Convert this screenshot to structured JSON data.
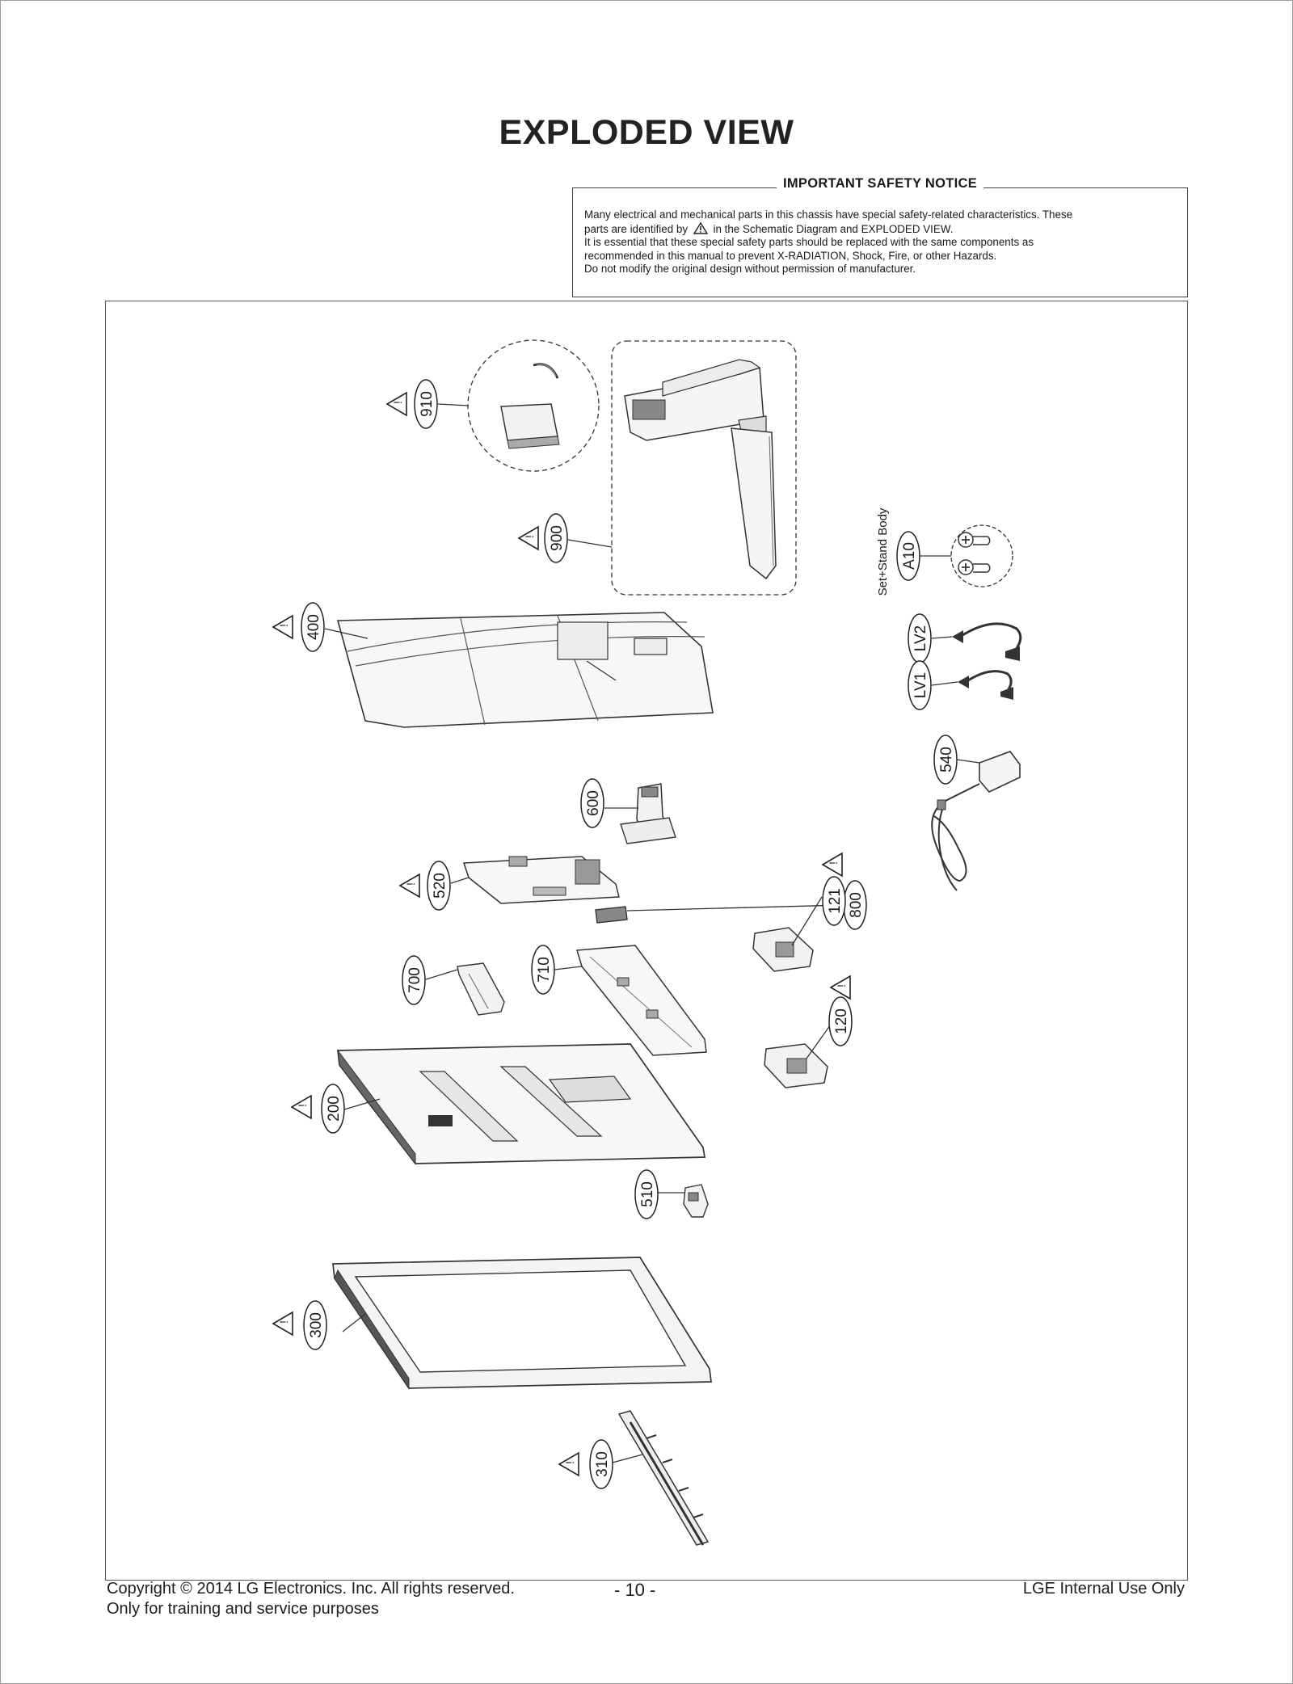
{
  "title": "EXPLODED VIEW",
  "notice": {
    "heading": "IMPORTANT SAFETY NOTICE",
    "line1": "Many electrical and mechanical parts in this chassis have special safety-related characteristics. These",
    "line2a": "parts are identified by",
    "line2b": "in the Schematic Diagram and EXPLODED VIEW.",
    "line3": "It is essential that these special safety parts should be replaced with the same components as",
    "line4": "recommended in this manual to prevent X-RADIATION, Shock, Fire, or other Hazards.",
    "line5": "Do not modify the original design without permission of manufacturer."
  },
  "callouts": {
    "c910": "910",
    "c900": "900",
    "c400": "400",
    "cA10": "A10",
    "set_stand": "Set+Stand Body",
    "cLV2": "LV2",
    "cLV1": "LV1",
    "c540": "540",
    "c600": "600",
    "c520": "520",
    "c800": "800",
    "c121": "121",
    "c700": "700",
    "c710": "710",
    "c120": "120",
    "c200": "200",
    "c510": "510",
    "c300": "300",
    "c310": "310"
  },
  "footer": {
    "copyright": "Copyright  © 2014  LG Electronics. Inc. All rights reserved.",
    "purpose": "Only for training and service purposes",
    "page": "- 10 -",
    "internal": "LGE Internal Use Only"
  }
}
